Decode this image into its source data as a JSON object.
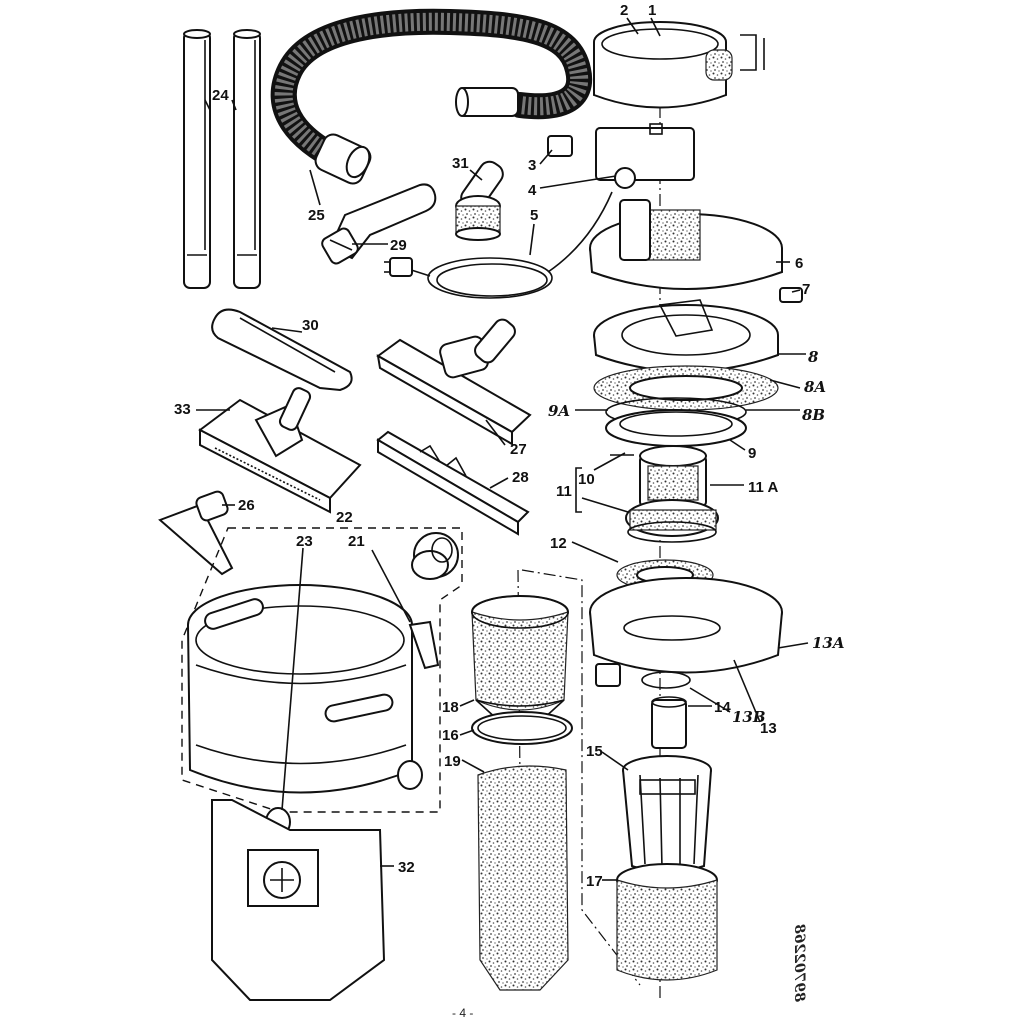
{
  "diagram": {
    "labels": [
      {
        "id": "p1",
        "text": "1"
      },
      {
        "id": "p2",
        "text": "2"
      },
      {
        "id": "p3",
        "text": "3"
      },
      {
        "id": "p4",
        "text": "4"
      },
      {
        "id": "p5",
        "text": "5"
      },
      {
        "id": "p6",
        "text": "6"
      },
      {
        "id": "p7",
        "text": "7"
      },
      {
        "id": "p8",
        "text": "8"
      },
      {
        "id": "p8a",
        "text": "8A"
      },
      {
        "id": "p8b",
        "text": "8B"
      },
      {
        "id": "p9",
        "text": "9"
      },
      {
        "id": "p9a",
        "text": "9A"
      },
      {
        "id": "p10",
        "text": "10"
      },
      {
        "id": "p11",
        "text": "11"
      },
      {
        "id": "p11a",
        "text": "11 A"
      },
      {
        "id": "p12",
        "text": "12"
      },
      {
        "id": "p13",
        "text": "13"
      },
      {
        "id": "p13a",
        "text": "13A"
      },
      {
        "id": "p13b",
        "text": "13B"
      },
      {
        "id": "p14",
        "text": "14"
      },
      {
        "id": "p15",
        "text": "15"
      },
      {
        "id": "p16",
        "text": "16"
      },
      {
        "id": "p17",
        "text": "17"
      },
      {
        "id": "p18",
        "text": "18"
      },
      {
        "id": "p19",
        "text": "19"
      },
      {
        "id": "p21",
        "text": "21"
      },
      {
        "id": "p22",
        "text": "22"
      },
      {
        "id": "p23",
        "text": "23"
      },
      {
        "id": "p24",
        "text": "24"
      },
      {
        "id": "p25",
        "text": "25"
      },
      {
        "id": "p26",
        "text": "26"
      },
      {
        "id": "p27",
        "text": "27"
      },
      {
        "id": "p28",
        "text": "28"
      },
      {
        "id": "p29",
        "text": "29"
      },
      {
        "id": "p30",
        "text": "30"
      },
      {
        "id": "p31",
        "text": "31"
      },
      {
        "id": "p32",
        "text": "32"
      },
      {
        "id": "p33",
        "text": "33"
      }
    ],
    "drawing_code": "89702268",
    "page_number": "- 4 -"
  }
}
